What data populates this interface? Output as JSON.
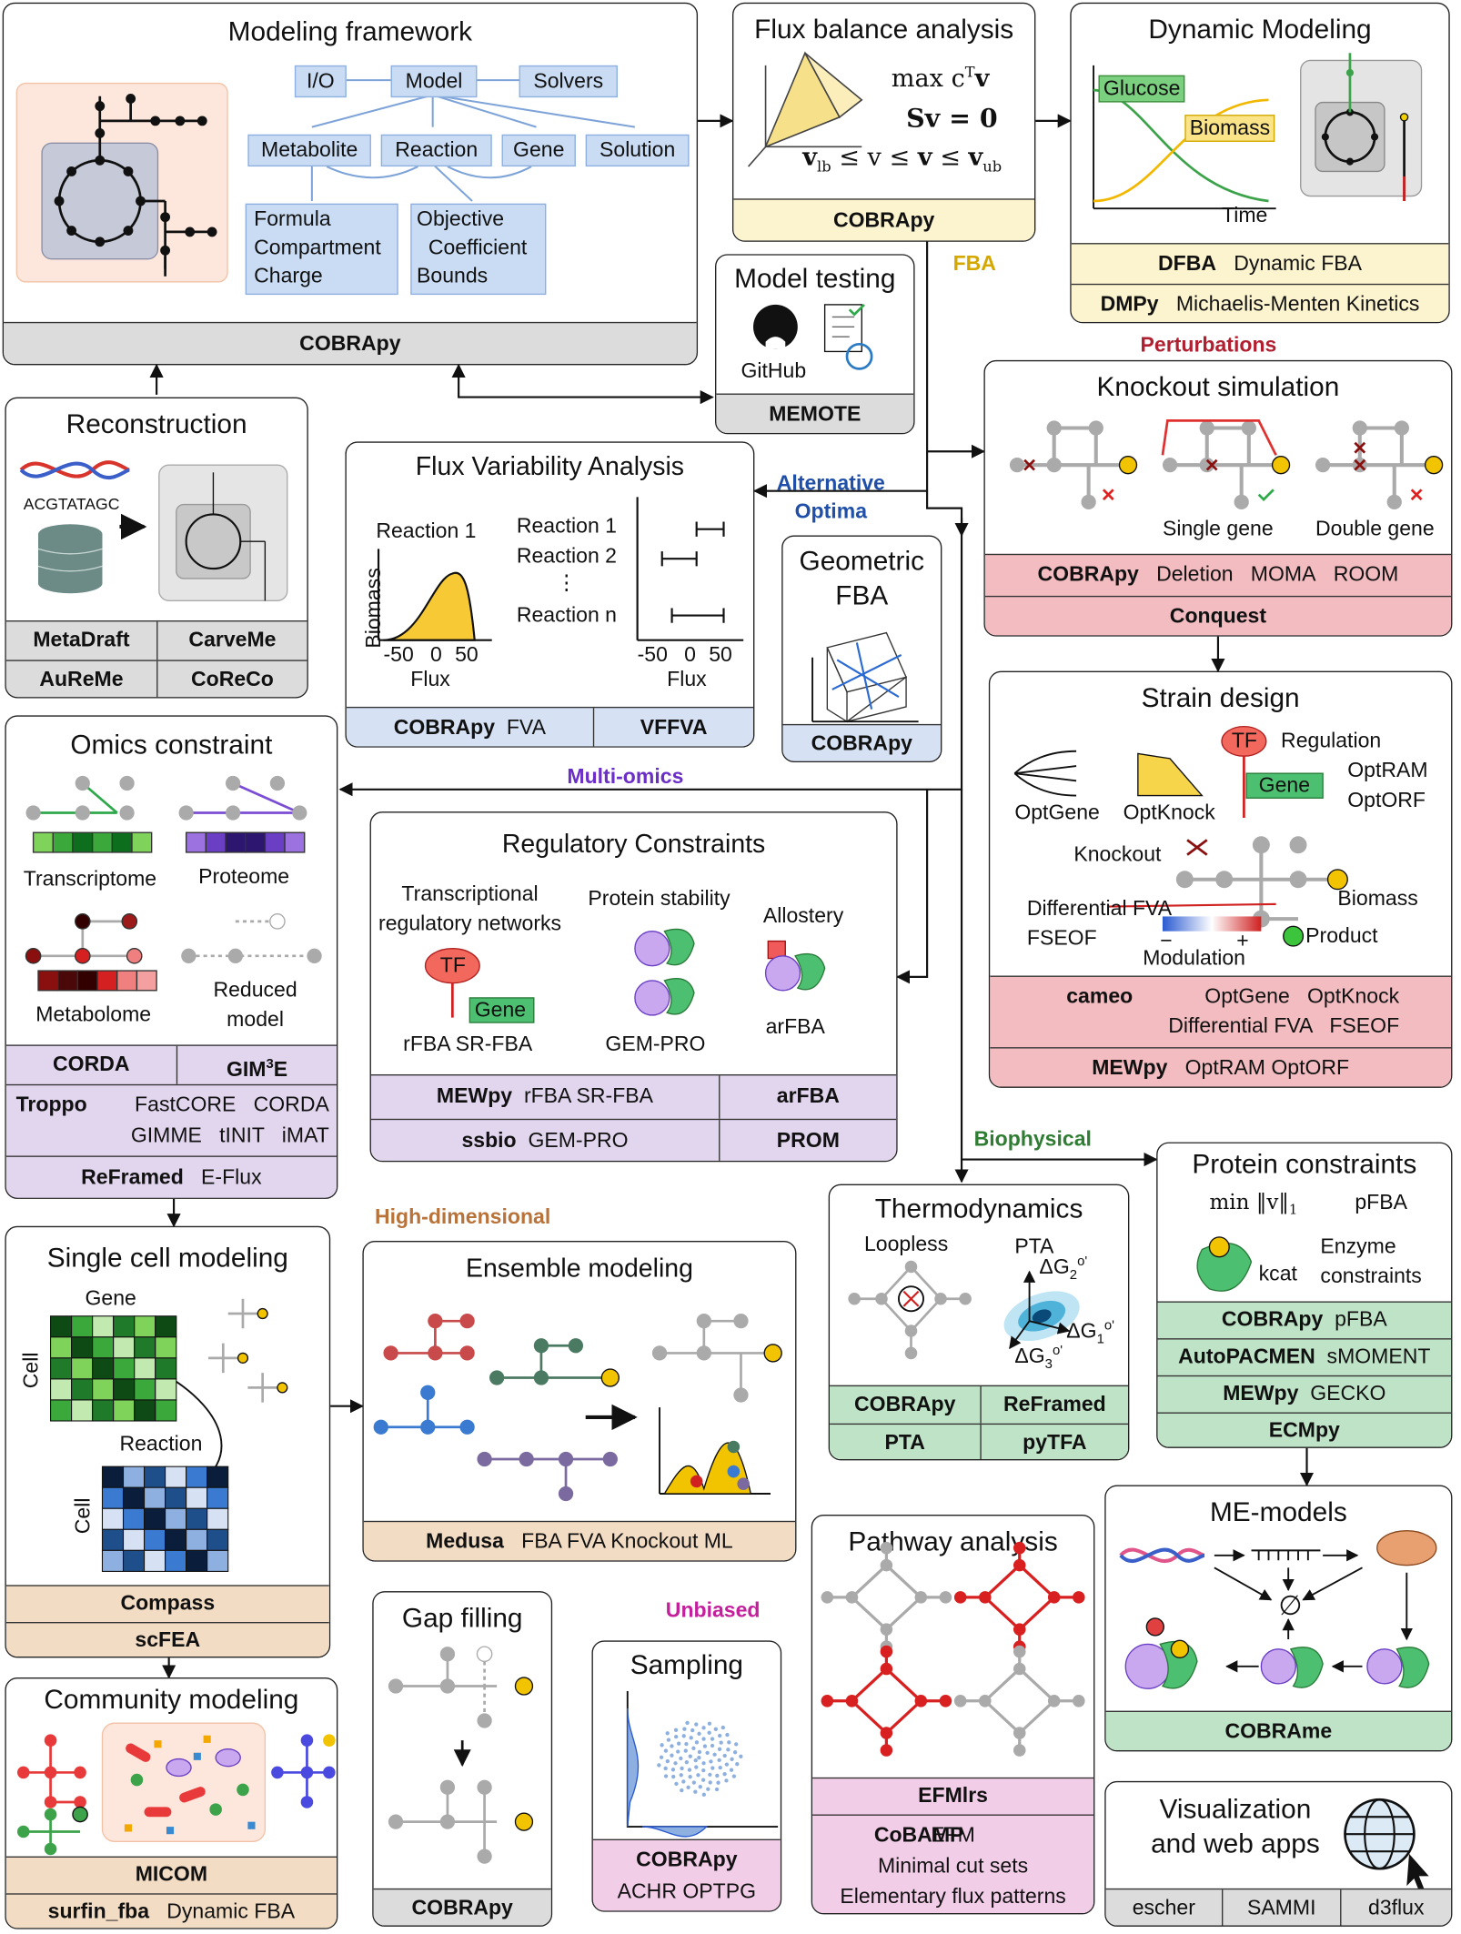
{
  "categories": {
    "fba": "FBA",
    "perturbations": "Perturbations",
    "alternative_optima": "Alternative\nOptima",
    "multi_omics": "Multi-omics",
    "biophysical": "Biophysical",
    "high_dimensional": "High-dimensional",
    "unbiased": "Unbiased"
  },
  "colors": {
    "fba": "#d4a800",
    "perturbations": "#b02030",
    "alternative_optima": "#1f4fa8",
    "multi_omics": "#6b2fc8",
    "biophysical": "#2e7d32",
    "high_dimensional": "#b8733a",
    "unbiased": "#c4209c"
  },
  "modeling_framework": {
    "title": "Modeling framework",
    "nodes": {
      "io": "I/O",
      "model": "Model",
      "solvers": "Solvers",
      "metabolite": "Metabolite",
      "reaction": "Reaction",
      "gene": "Gene",
      "solution": "Solution",
      "metabolite_attrs": "Formula\nCompartment\nCharge",
      "reaction_attrs": "Objective\n  Coefficient\nBounds"
    },
    "tool": "COBRApy"
  },
  "fba": {
    "title": "Flux balance analysis",
    "eq1": "max c",
    "eq1_sup": "T",
    "eq1_v": "v",
    "eq2": "Sv = 0",
    "eq3_a": "v",
    "eq3_a_sub": "lb",
    "eq3_mid": " ≤ v ≤ ",
    "eq3_b": "v",
    "eq3_b_sub": "ub",
    "tool": "COBRApy"
  },
  "dynamic_modeling": {
    "title": "Dynamic Modeling",
    "glucose": "Glucose",
    "biomass": "Biomass",
    "time": "Time",
    "rows": [
      {
        "tool": "DFBA",
        "desc": "Dynamic FBA"
      },
      {
        "tool": "DMPy",
        "desc": "Michaelis-Menten Kinetics"
      }
    ]
  },
  "model_testing": {
    "title": "Model testing",
    "github": "GitHub",
    "tool": "MEMOTE"
  },
  "reconstruction": {
    "title": "Reconstruction",
    "sequence": "ACGTATAGC",
    "tools": [
      [
        "MetaDraft",
        "CarveMe"
      ],
      [
        "AuReMe",
        "CoReCo"
      ]
    ]
  },
  "fva": {
    "title": "Flux Variability Analysis",
    "reaction1": "Reaction 1",
    "ylabel": "Biomass",
    "xlabel": "Flux",
    "ticks": [
      "-50",
      "0",
      "50"
    ],
    "reactions": [
      "Reaction 1",
      "Reaction 2",
      "⋮",
      "Reaction n"
    ],
    "tools": [
      {
        "tool": "COBRApy",
        "desc": "FVA"
      },
      {
        "tool": "VFFVA",
        "desc": ""
      }
    ]
  },
  "geometric_fba": {
    "title": "Geometric\nFBA",
    "tool": "COBRApy"
  },
  "knockout": {
    "title": "Knockout simulation",
    "single": "Single gene",
    "double": "Double gene",
    "tools_row1": [
      "COBRApy",
      "Deletion",
      "MOMA",
      "ROOM"
    ],
    "tools_row2": "Conquest"
  },
  "strain_design": {
    "title": "Strain design",
    "labels": {
      "tf": "TF",
      "regulation": "Regulation",
      "gene": "Gene",
      "optram": "OptRAM",
      "optorf": "OptORF",
      "optgene": "OptGene",
      "optknock": "OptKnock",
      "knockout": "Knockout",
      "biomass": "Biomass",
      "diff_fva": "Differential FVA",
      "fseof": "FSEOF",
      "product": "Product",
      "modulation": "Modulation",
      "minus": "−",
      "plus": "+"
    },
    "tools_row1": {
      "tool": "cameo",
      "items": "OptGene   OptKnock\nDifferential FVA   FSEOF"
    },
    "tools_row2": {
      "tool": "MEWpy",
      "items": "OptRAM   OptORF"
    }
  },
  "omics": {
    "title": "Omics constraint",
    "transcriptome": "Transcriptome",
    "proteome": "Proteome",
    "metabolome": "Metabolome",
    "reduced": "Reduced\nmodel",
    "tools_row1": [
      "CORDA",
      "GIM"
    ],
    "gim_sup": "3",
    "gim_e": "E",
    "tools_row2": {
      "tool": "Troppo",
      "items": "FastCORE   CORDA\nGIMME   tINIT   iMAT"
    },
    "tools_row3": {
      "tool": "ReFramed",
      "items": "E-Flux"
    }
  },
  "regulatory": {
    "title": "Regulatory Constraints",
    "trn": "Transcriptional\nregulatory networks",
    "stability": "Protein stability",
    "allostery": "Allostery",
    "tf": "TF",
    "gene": "Gene",
    "m1": "rFBA   SR-FBA",
    "m2": "GEM-PRO",
    "m3": "arFBA",
    "tools": [
      [
        {
          "tool": "MEWpy",
          "desc": "rFBA   SR-FBA"
        },
        {
          "tool": "arFBA",
          "desc": ""
        }
      ],
      [
        {
          "tool": "ssbio",
          "desc": "GEM-PRO"
        },
        {
          "tool": "PROM",
          "desc": ""
        }
      ]
    ]
  },
  "single_cell": {
    "title": "Single cell modeling",
    "gene": "Gene",
    "cell": "Cell",
    "reaction": "Reaction",
    "tools": [
      "Compass",
      "scFEA"
    ]
  },
  "ensemble": {
    "title": "Ensemble modeling",
    "tool": "Medusa",
    "items": "FBA   FVA   Knockout   ML"
  },
  "thermo": {
    "title": "Thermodynamics",
    "loopless": "Loopless",
    "pta": "PTA",
    "dg1": "ΔG",
    "dg2": "ΔG",
    "dg3": "ΔG",
    "s1": "1",
    "s2": "2",
    "s3": "3",
    "sup": "o'",
    "tools": [
      [
        "COBRApy",
        "ReFramed"
      ],
      [
        "PTA",
        "pyTFA"
      ]
    ]
  },
  "protein": {
    "title": "Protein constraints",
    "minv": "min ‖v‖",
    "minv_sub": "1",
    "pfba": "pFBA",
    "kcat": "kcat",
    "enzyme": "Enzyme\nconstraints",
    "tools": [
      {
        "tool": "COBRApy",
        "desc": "pFBA"
      },
      {
        "tool": "AutoPACMEN",
        "desc": "sMOMENT"
      },
      {
        "tool": "MEWpy",
        "desc": "GECKO"
      },
      {
        "tool": "ECMpy",
        "desc": ""
      }
    ]
  },
  "me_models": {
    "title": "ME-models",
    "null": "∅",
    "tool": "COBRAme"
  },
  "community": {
    "title": "Community modeling",
    "tools": [
      {
        "tool": "MICOM",
        "desc": ""
      },
      {
        "tool": "surfin_fba",
        "desc": "Dynamic FBA"
      }
    ]
  },
  "gap_filling": {
    "title": "Gap filling",
    "tool": "COBRApy"
  },
  "sampling": {
    "title": "Sampling",
    "tool": "COBRApy",
    "items": "ACHR   OPTPG"
  },
  "pathway": {
    "title": "Pathway analysis",
    "tools_row1": "EFMlrs",
    "tools_row2": {
      "tool": "CoBAMP",
      "items": "EFM\nMinimal cut sets\nElementary flux patterns"
    }
  },
  "visualization": {
    "title": "Visualization\nand web apps",
    "tools": [
      "escher",
      "SAMMI",
      "d3flux"
    ]
  }
}
